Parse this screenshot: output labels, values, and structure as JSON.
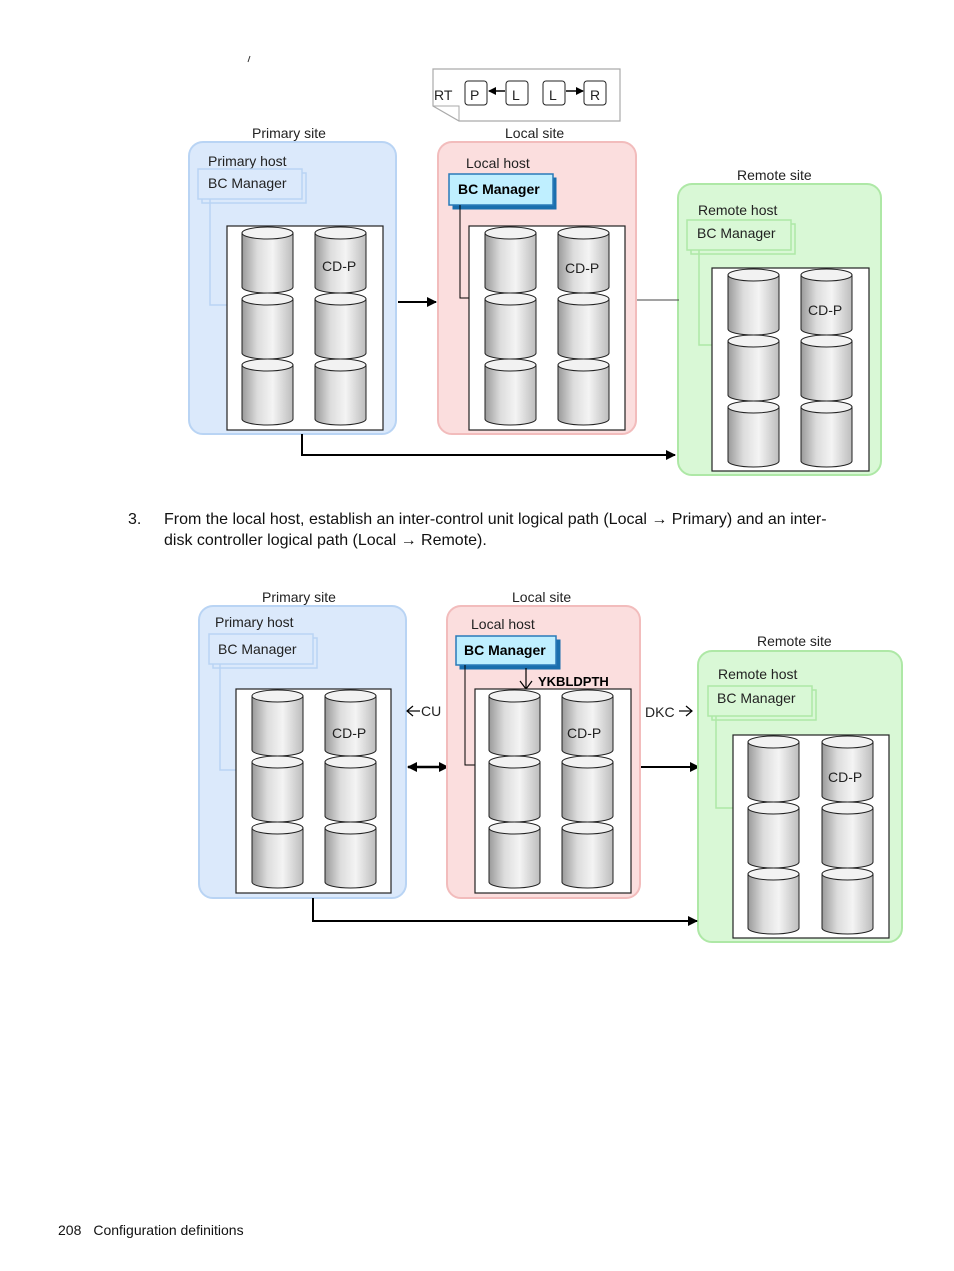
{
  "diagram1": {
    "legend": {
      "rt": "RT",
      "p": "P",
      "l1": "L",
      "l2": "L",
      "r": "R"
    },
    "primary_site": "Primary site",
    "primary_host": "Primary host",
    "primary_bc": "BC Manager",
    "primary_cdp": "CD-P",
    "local_site": "Local site",
    "local_host": "Local host",
    "local_bc": "BC Manager",
    "local_cdp": "CD-P",
    "remote_site": "Remote site",
    "remote_host": "Remote host",
    "remote_bc": "BC Manager",
    "remote_cdp": "CD-P"
  },
  "step": {
    "number": "3.",
    "text": "From the local host, establish an inter-control unit logical path (Local → Primary) and an inter-disk controller logical path (Local → Remote)."
  },
  "diagram2": {
    "primary_site": "Primary site",
    "primary_host": "Primary host",
    "primary_bc": "BC Manager",
    "primary_cdp": "CD-P",
    "cu": "CU",
    "local_site": "Local site",
    "local_host": "Local host",
    "local_bc": "BC Manager",
    "command": "YKBLDPTH",
    "local_cdp": "CD-P",
    "dkc": "DKC",
    "remote_site": "Remote site",
    "remote_host": "Remote host",
    "remote_bc": "BC Manager",
    "remote_cdp": "CD-P"
  },
  "footer": {
    "page_number": "208",
    "section": "Configuration definitions"
  },
  "colors": {
    "primary_fill": "#dbe9fb",
    "primary_stroke": "#b9d4f4",
    "local_fill": "#fbdede",
    "local_stroke": "#f2bcbc",
    "remote_fill": "#d9f8d6",
    "remote_stroke": "#aee8a6",
    "bc_active": "#bfefff"
  }
}
